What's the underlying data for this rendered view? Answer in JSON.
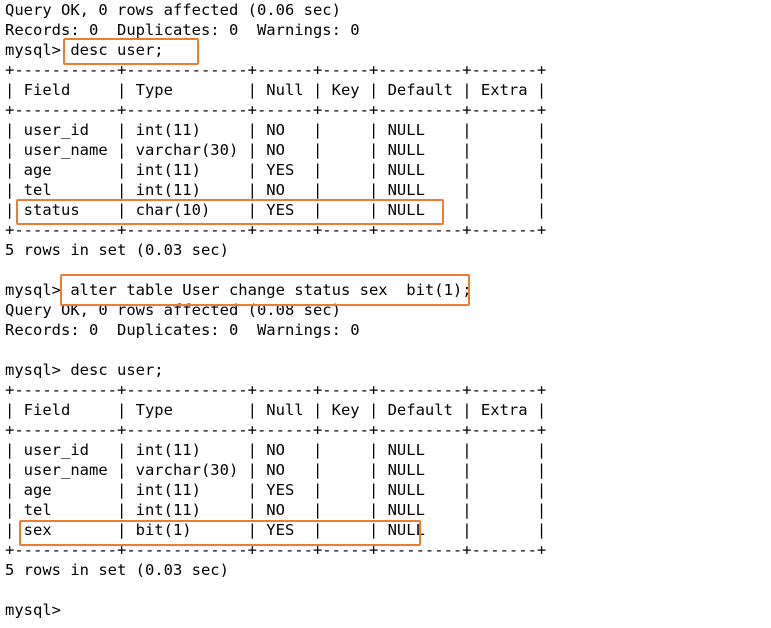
{
  "terminal": {
    "lines": [
      "Query OK, 0 rows affected (0.06 sec)",
      "Records: 0  Duplicates: 0  Warnings: 0",
      "mysql> desc user;",
      "+-----------+-------------+------+-----+---------+-------+",
      "| Field     | Type        | Null | Key | Default | Extra |",
      "+-----------+-------------+------+-----+---------+-------+",
      "| user_id   | int(11)     | NO   |     | NULL    |       |",
      "| user_name | varchar(30) | NO   |     | NULL    |       |",
      "| age       | int(11)     | YES  |     | NULL    |       |",
      "| tel       | int(11)     | NO   |     | NULL    |       |",
      "| status    | char(10)    | YES  |     | NULL    |       |",
      "+-----------+-------------+------+-----+---------+-------+",
      "5 rows in set (0.03 sec)",
      "",
      "mysql> alter table User change status sex  bit(1);",
      "Query OK, 0 rows affected (0.08 sec)",
      "Records: 0  Duplicates: 0  Warnings: 0",
      "",
      "mysql> desc user;",
      "+-----------+-------------+------+-----+---------+-------+",
      "| Field     | Type        | Null | Key | Default | Extra |",
      "+-----------+-------------+------+-----+---------+-------+",
      "| user_id   | int(11)     | NO   |     | NULL    |       |",
      "| user_name | varchar(30) | NO   |     | NULL    |       |",
      "| age       | int(11)     | YES  |     | NULL    |       |",
      "| tel       | int(11)     | NO   |     | NULL    |       |",
      "| sex       | bit(1)      | YES  |     | NULL    |       |",
      "+-----------+-------------+------+-----+---------+-------+",
      "5 rows in set (0.03 sec)",
      "",
      "mysql>"
    ],
    "highlight_color": "#ed7d31"
  }
}
